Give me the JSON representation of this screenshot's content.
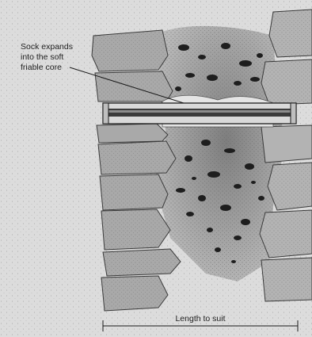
{
  "annotation": {
    "lines": [
      "Sock expands",
      "into the soft",
      "friable core"
    ]
  },
  "dimension": {
    "label": "Length to suit"
  }
}
